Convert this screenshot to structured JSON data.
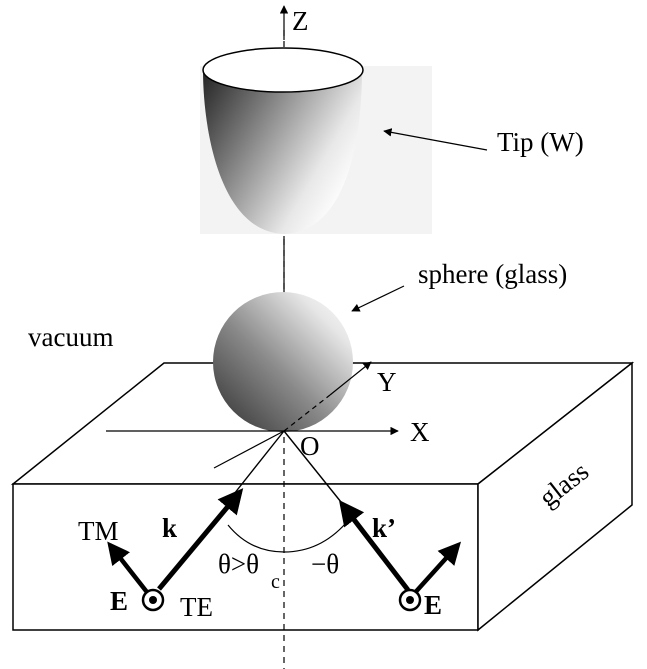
{
  "labels": {
    "z_axis": "Z",
    "x_axis": "X",
    "y_axis": "Y",
    "origin": "O",
    "tip": "Tip (W)",
    "sphere": "sphere (glass)",
    "vacuum": "vacuum",
    "glass": "glass",
    "tm": "TM",
    "te": "TE",
    "k": "k",
    "k_prime": "k’",
    "e_left": "E",
    "e_right": "E",
    "theta_gt": "θ>θ",
    "theta_c_sub": "c",
    "minus_theta": "−θ"
  },
  "colors": {
    "line": "#000000",
    "tip_light": "#ffffff",
    "tip_dark": "#3a3a3a",
    "sphere_light": "#ffffff",
    "sphere_dark": "#2e2e2e",
    "tip_backdrop": "#f3f3f3"
  }
}
